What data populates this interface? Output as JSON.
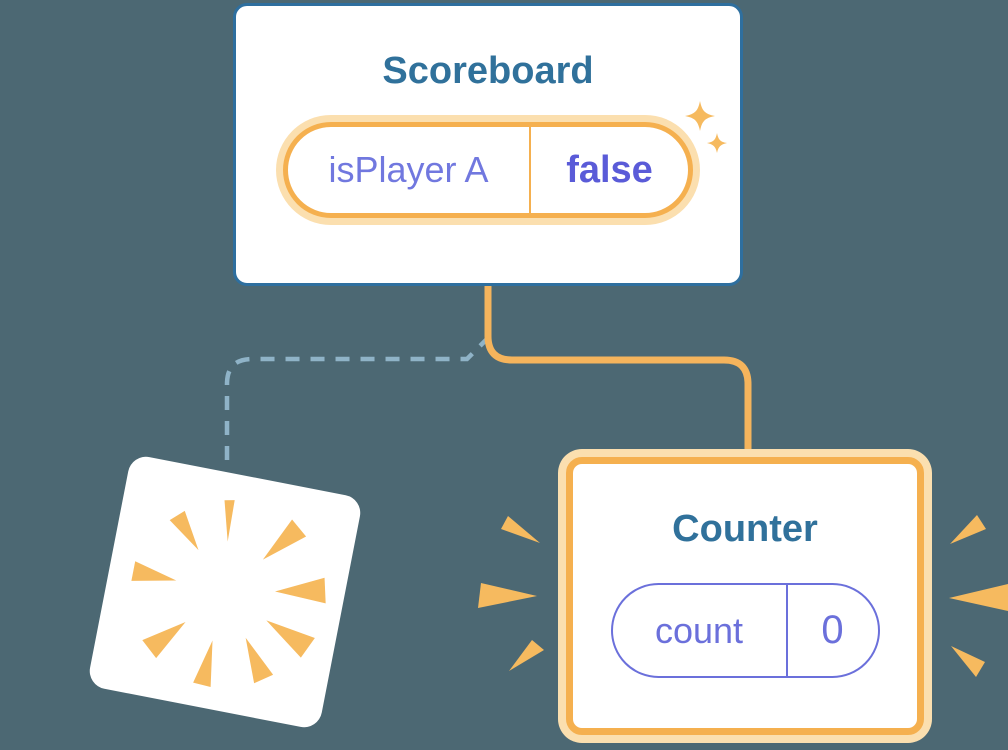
{
  "theme": {
    "bg": "#4C6873",
    "card-bg": "#FFFFFF",
    "blue-border": "#2E6F9F",
    "teal-text": "#30719B",
    "orange": "#F5B04F",
    "orange-soft": "#FBDFAF",
    "orange-ray": "#F6BA5F",
    "connector": "#F5B45C",
    "purple": "#6B70DB",
    "purple-text": "#7178DF",
    "purple-bold": "#5A5BD8",
    "dash": "#8FB3C7"
  },
  "scoreboard": {
    "title": "Scoreboard",
    "state": {
      "name": "isPlayer A",
      "value": "false"
    }
  },
  "counter": {
    "title": "Counter",
    "state": {
      "name": "count",
      "value": "0"
    }
  },
  "icons": {
    "sparkles": "two four-point stars marking updated state",
    "poof": "radial burst marking removed component",
    "burst": "emphasis rays around newly created component"
  },
  "connectors": {
    "solid": {
      "color": "#F5B45C",
      "style": "solid",
      "meaning": "parent to kept child"
    },
    "dashed": {
      "color": "#8FB3C7",
      "style": "dashed",
      "meaning": "parent to removed child"
    }
  }
}
